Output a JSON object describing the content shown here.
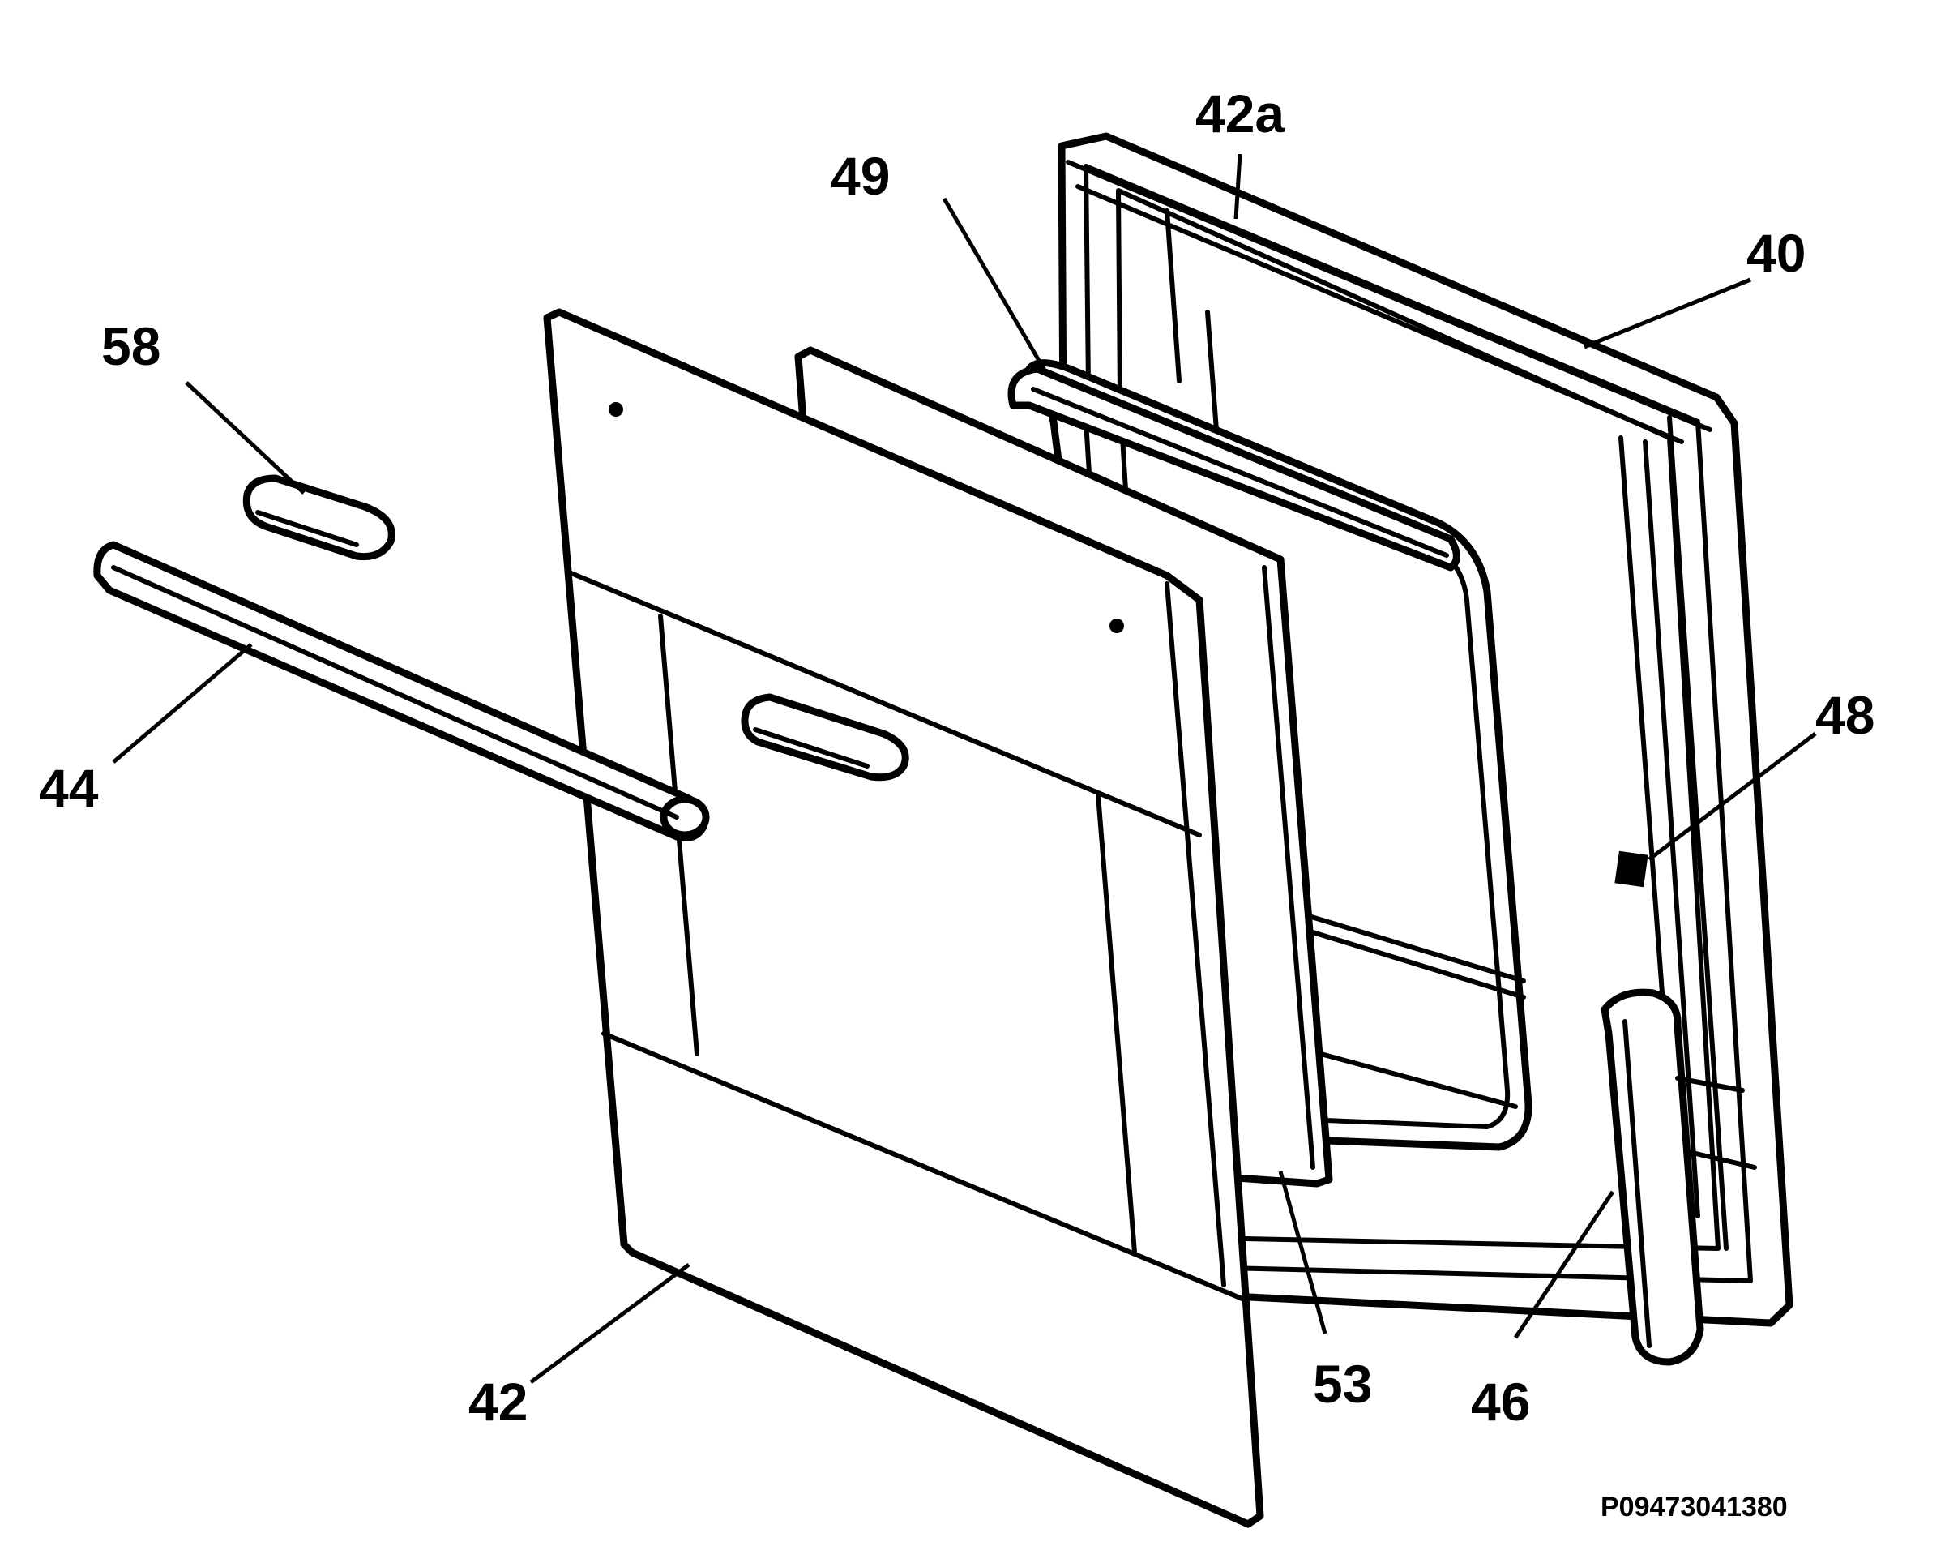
{
  "drawing_code": "P09473041380",
  "callouts": {
    "c42a": "42a",
    "c49": "49",
    "c40": "40",
    "c58": "58",
    "c44": "44",
    "c48": "48",
    "c42": "42",
    "c53": "53",
    "c46": "46"
  }
}
